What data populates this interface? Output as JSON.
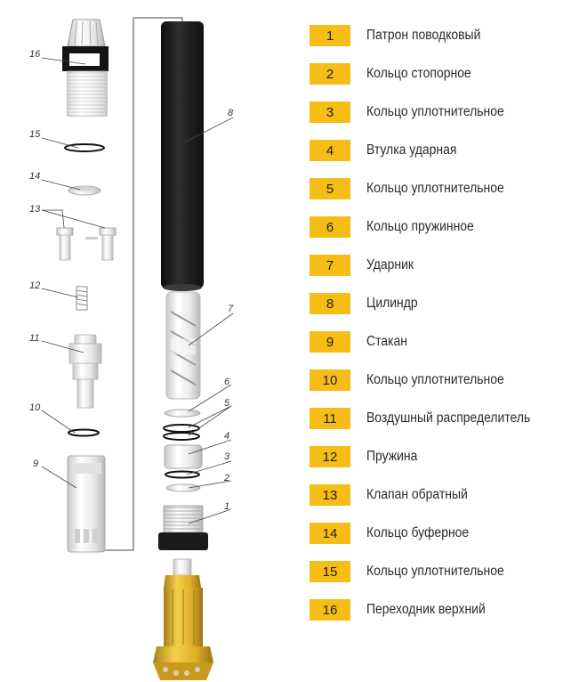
{
  "legend": {
    "items": [
      {
        "num": "1",
        "label": "Патрон поводковый"
      },
      {
        "num": "2",
        "label": "Кольцо стопорное"
      },
      {
        "num": "3",
        "label": "Кольцо уплотнительное"
      },
      {
        "num": "4",
        "label": "Втулка ударная"
      },
      {
        "num": "5",
        "label": "Кольцо уплотнительное"
      },
      {
        "num": "6",
        "label": "Кольцо пружинное"
      },
      {
        "num": "7",
        "label": "Ударник"
      },
      {
        "num": "8",
        "label": "Цилиндр"
      },
      {
        "num": "9",
        "label": "Стакан"
      },
      {
        "num": "10",
        "label": "Кольцо уплотнительное"
      },
      {
        "num": "11",
        "label": "Воздушный распределитель"
      },
      {
        "num": "12",
        "label": "Пружина"
      },
      {
        "num": "13",
        "label": "Клапан обратный"
      },
      {
        "num": "14",
        "label": "Кольцо буферное"
      },
      {
        "num": "15",
        "label": "Кольцо уплотнительное"
      },
      {
        "num": "16",
        "label": "Переходник верхний"
      }
    ]
  },
  "callouts": {
    "c1": "1",
    "c2": "2",
    "c3": "3",
    "c4": "4",
    "c5": "5",
    "c6": "6",
    "c7": "7",
    "c8": "8",
    "c9": "9",
    "c10": "10",
    "c11": "11",
    "c12": "12",
    "c13": "13",
    "c14": "14",
    "c15": "15",
    "c16": "16"
  },
  "colors": {
    "badge": "#f6bd16",
    "cylinder": "#1c1c1c",
    "bit": "#e6b422",
    "part": "#eeeeee"
  }
}
